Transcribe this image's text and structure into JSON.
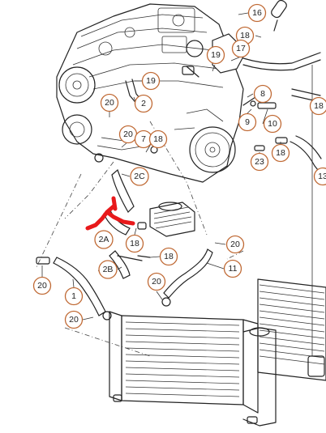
{
  "diagram": {
    "highlight_color": "#e8191b",
    "callout_color": "#c06a35",
    "callouts": [
      {
        "label": "16"
      },
      {
        "label": "18"
      },
      {
        "label": "17"
      },
      {
        "label": "19"
      },
      {
        "label": "19"
      },
      {
        "label": "2"
      },
      {
        "label": "20"
      },
      {
        "label": "20"
      },
      {
        "label": "7"
      },
      {
        "label": "18"
      },
      {
        "label": "8"
      },
      {
        "label": "10"
      },
      {
        "label": "9"
      },
      {
        "label": "18"
      },
      {
        "label": "23"
      },
      {
        "label": "18"
      },
      {
        "label": "13"
      },
      {
        "label": "2C"
      },
      {
        "label": "2A"
      },
      {
        "label": "18"
      },
      {
        "label": "18"
      },
      {
        "label": "20"
      },
      {
        "label": "2B"
      },
      {
        "label": "11"
      },
      {
        "label": "20"
      },
      {
        "label": "20"
      },
      {
        "label": "1"
      },
      {
        "label": "20"
      }
    ]
  }
}
